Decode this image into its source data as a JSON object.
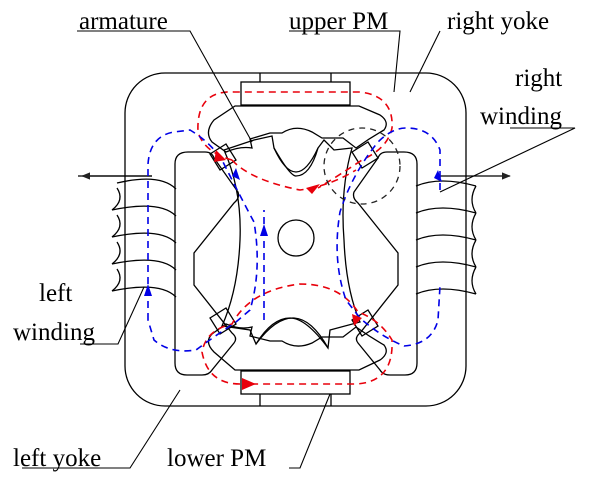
{
  "labels": {
    "armature": "armature",
    "upper_pm": "upper PM",
    "right_yoke": "right yoke",
    "right_winding_1": "right",
    "right_winding_2": "winding",
    "left_winding_1": "left",
    "left_winding_2": "winding",
    "left_yoke": "left yoke",
    "lower_pm": "lower PM"
  },
  "colors": {
    "upper_flux_path": "#e8000b",
    "side_flux_path": "#0000e6",
    "structure": "#000000"
  }
}
